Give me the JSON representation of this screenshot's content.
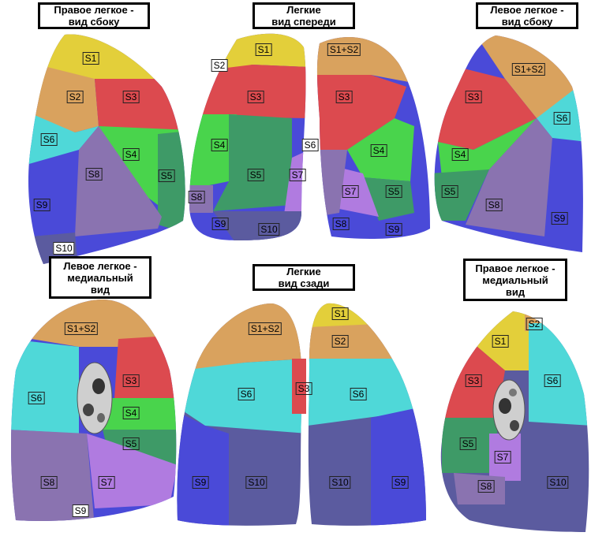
{
  "colors": {
    "S1": "#e3cf3a",
    "S2": "#d9a25e",
    "S3": "#dc4a4f",
    "S4": "#49d44c",
    "S5": "#3e9a67",
    "S6": "#4fd8d8",
    "S7": "#b07be0",
    "S8": "#8a73b0",
    "S9": "#4a4ad8",
    "S10": "#5b5b9f"
  },
  "panels": [
    {
      "id": "right-lateral",
      "title_lines": [
        "Правое легкое -",
        "вид сбоку"
      ]
    },
    {
      "id": "anterior",
      "title_lines": [
        "Легкие",
        "вид спереди"
      ]
    },
    {
      "id": "left-lateral",
      "title_lines": [
        "Левое легкое -",
        "вид сбоку"
      ]
    },
    {
      "id": "left-medial",
      "title_lines": [
        "Левое легкое -",
        "медиальный",
        "вид"
      ]
    },
    {
      "id": "posterior",
      "title_lines": [
        "Легкие",
        "вид сзади"
      ]
    },
    {
      "id": "right-medial",
      "title_lines": [
        "Правое легкое -",
        "медиальный",
        "вид"
      ]
    }
  ],
  "labels": {
    "rl": [
      "S1",
      "S2",
      "S3",
      "S6",
      "S4",
      "S5",
      "S8",
      "S9",
      "S10"
    ],
    "an": [
      "S1",
      "S2",
      "S3",
      "S4",
      "S5",
      "S6",
      "S7",
      "S8",
      "S9",
      "S10",
      "S1+S2",
      "S3",
      "S4",
      "S7",
      "S5",
      "S8",
      "S9"
    ],
    "ll": [
      "S1+S2",
      "S3",
      "S6",
      "S4",
      "S5",
      "S8",
      "S9"
    ],
    "lm": [
      "S1+S2",
      "S3",
      "S6",
      "S4",
      "S5",
      "S8",
      "S7",
      "S9"
    ],
    "po": [
      "S1+S2",
      "S6",
      "S9",
      "S10",
      "S3",
      "S1",
      "S2",
      "S6",
      "S10",
      "S9"
    ],
    "rm": [
      "S2",
      "S1",
      "S3",
      "S6",
      "S5",
      "S7",
      "S8",
      "S10"
    ]
  }
}
